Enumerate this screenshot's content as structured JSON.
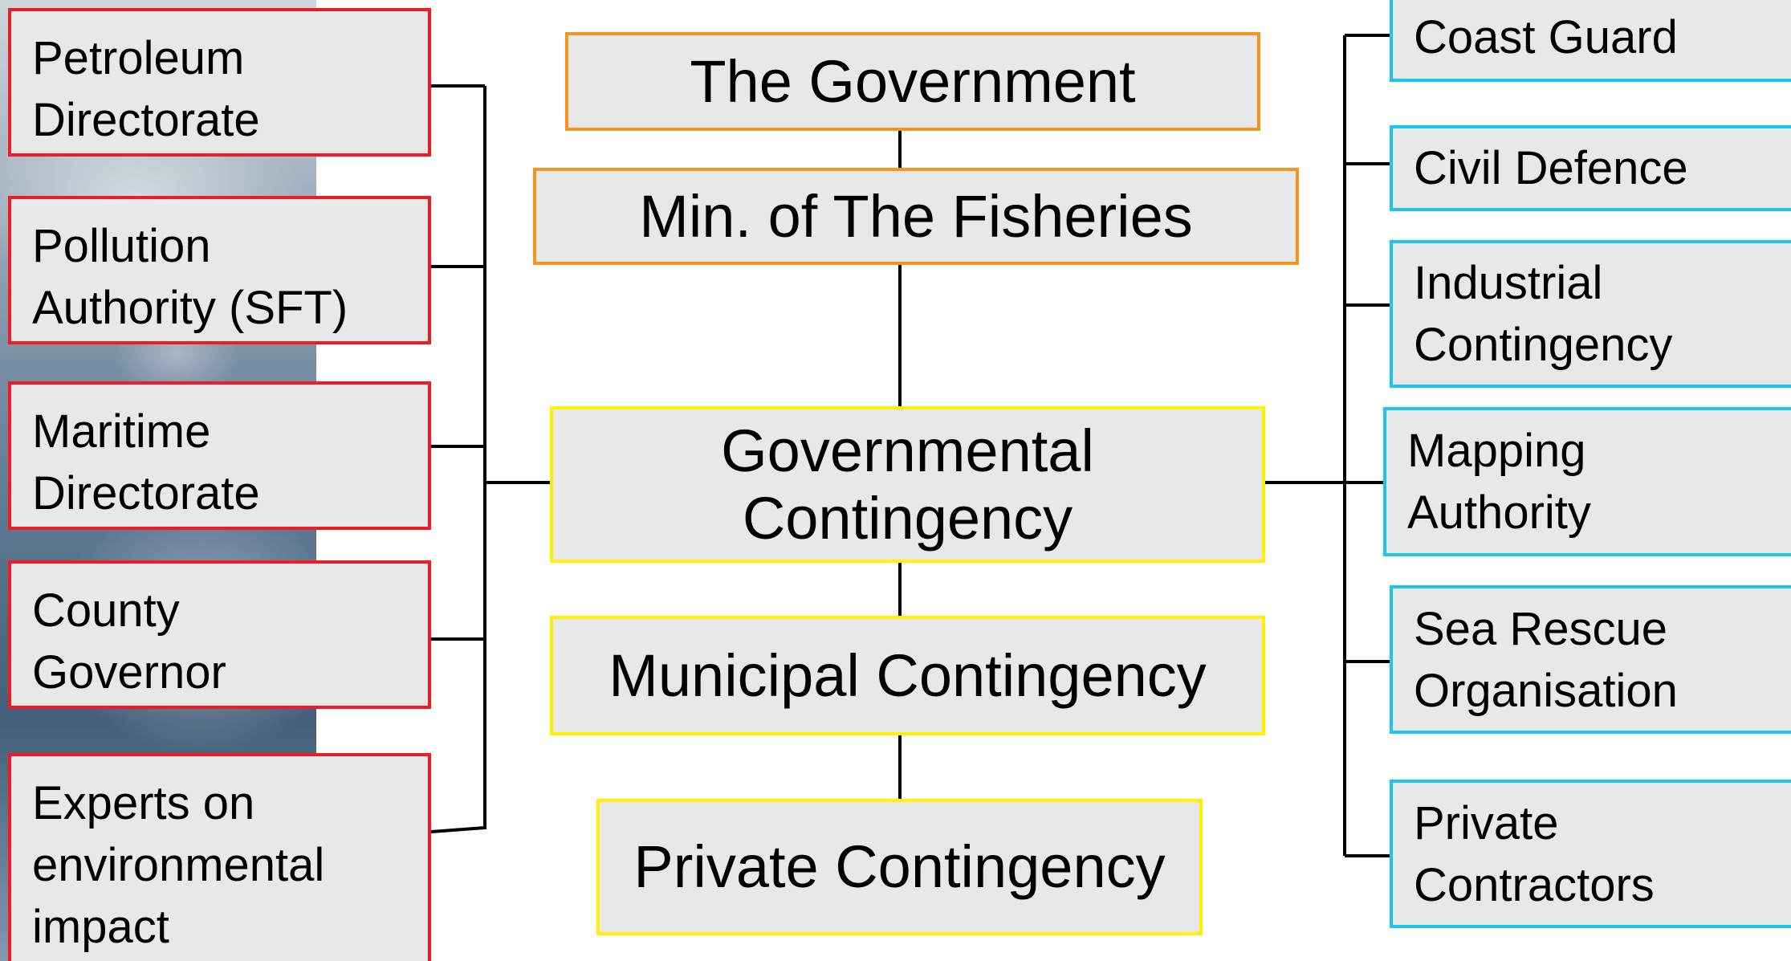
{
  "center": {
    "government": "The Government",
    "ministry": "Min. of The Fisheries",
    "governmental_contingency": "Governmental\nContingency",
    "municipal_contingency": "Municipal Contingency",
    "private_contingency": "Private Contingency"
  },
  "left": {
    "items": [
      {
        "label": "Petroleum\nDirectorate"
      },
      {
        "label": "Pollution\nAuthority (SFT)"
      },
      {
        "label": "Maritime\nDirectorate"
      },
      {
        "label": "County\nGovernor"
      },
      {
        "label": "Experts on\nenvironmental\nimpact"
      }
    ]
  },
  "right": {
    "items": [
      {
        "label": "Coast Guard"
      },
      {
        "label": "Civil Defence"
      },
      {
        "label": "Industrial\nContingency"
      },
      {
        "label": "Mapping\nAuthority"
      },
      {
        "label": "Sea Rescue\nOrganisation"
      },
      {
        "label": "Private\nContractors"
      }
    ]
  },
  "colors": {
    "left_border": "#ee1c24",
    "top_border": "#f7941d",
    "center_border": "#fff200",
    "right_border": "#1ac6f0",
    "box_fill": "#e8e8e8"
  }
}
